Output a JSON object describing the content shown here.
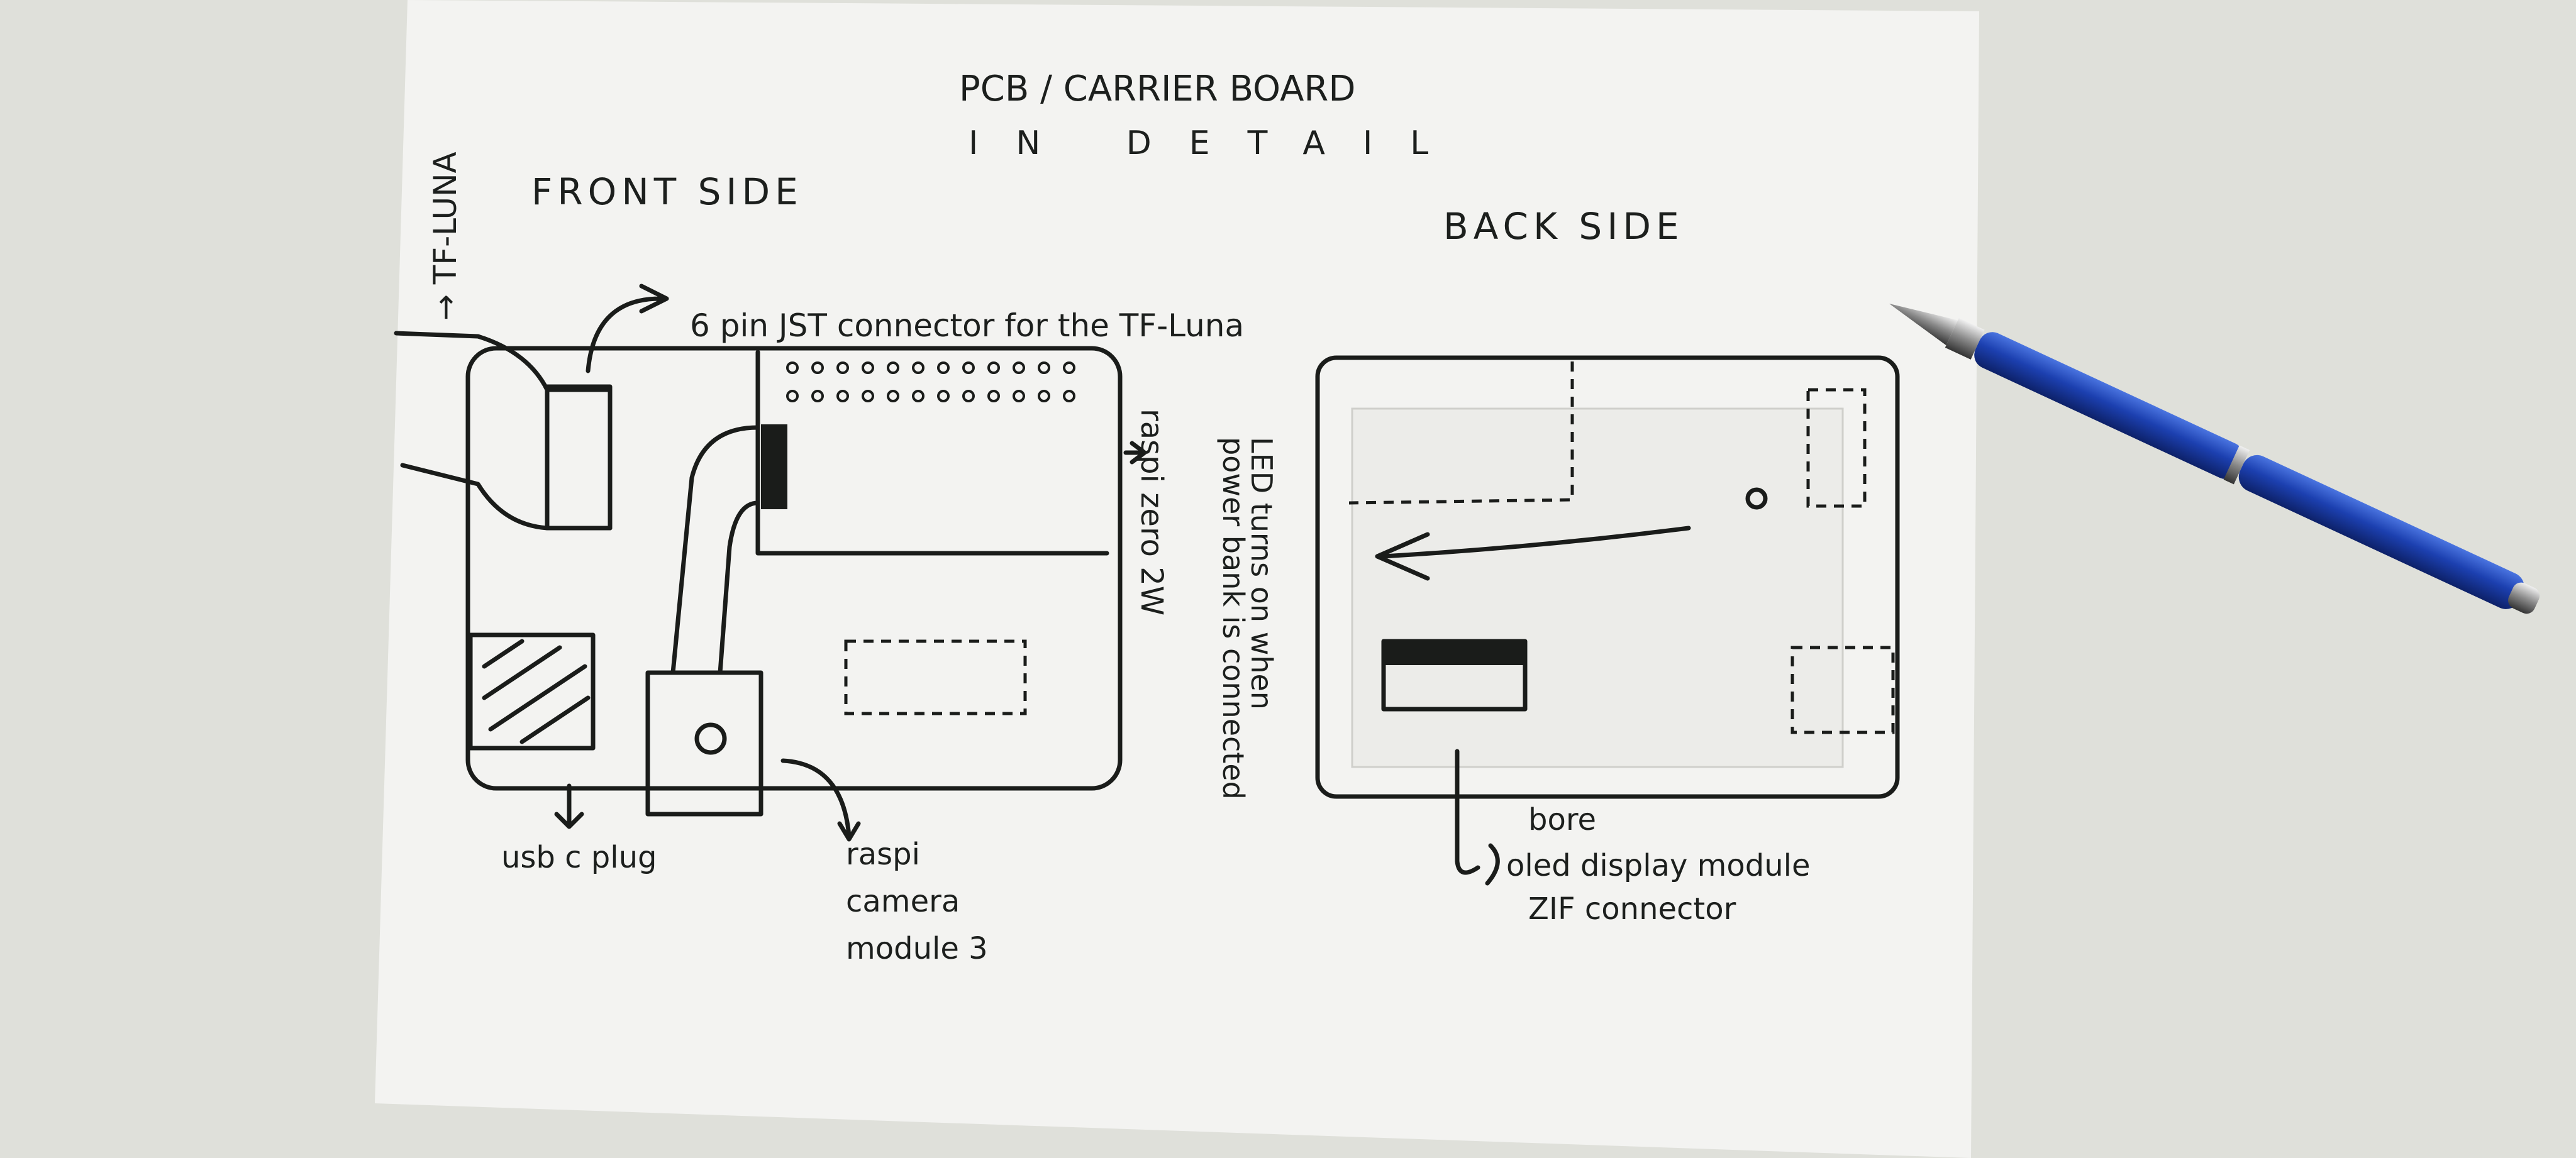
{
  "title_line1": "PCB / CARRIER BOARD",
  "title_line2": "IN DETAIL",
  "front_side": {
    "heading": "FRONT SIDE",
    "tf_luna_label": "→ TF-LUNA",
    "jst_label": "6 pin JST connector for the TF-Luna",
    "board_label": "raspi zero 2W",
    "usb_label": "usb c plug",
    "camera_label": [
      "raspi",
      "camera",
      "module 3"
    ]
  },
  "back_side": {
    "heading": "BACK SIDE",
    "led_label": [
      "LED turns on when",
      "power bank is connected"
    ],
    "bore_label": "bore",
    "oled_label": "oled display module",
    "zif_label": "ZIF connector"
  },
  "colors": {
    "paper": "#f3f3f1",
    "background": "#dfe0da",
    "ink": "#1a1c1a",
    "pen": "#1d3fa8"
  }
}
